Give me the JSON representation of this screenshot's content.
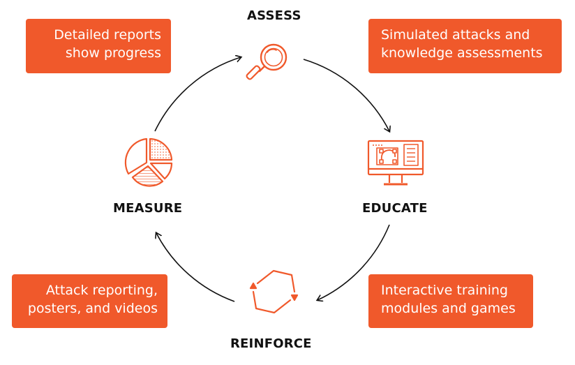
{
  "colors": {
    "accent": "#f0592b",
    "arrow": "#111111",
    "text": "#111111",
    "callout_text": "#ffffff"
  },
  "stages": {
    "assess": {
      "label": "ASSESS",
      "icon": "magnifier-icon"
    },
    "educate": {
      "label": "EDUCATE",
      "icon": "monitor-icon"
    },
    "reinforce": {
      "label": "REINFORCE",
      "icon": "hexagon-cycle-icon"
    },
    "measure": {
      "label": "MEASURE",
      "icon": "pie-chart-icon"
    }
  },
  "callouts": {
    "top_left": {
      "line1": "Detailed reports",
      "line2": "show progress"
    },
    "top_right": {
      "line1": "Simulated attacks and",
      "line2": "knowledge assessments"
    },
    "bottom_left": {
      "line1": "Attack reporting,",
      "line2": "posters, and videos"
    },
    "bottom_right": {
      "line1": "Interactive training",
      "line2": "modules and games"
    }
  }
}
